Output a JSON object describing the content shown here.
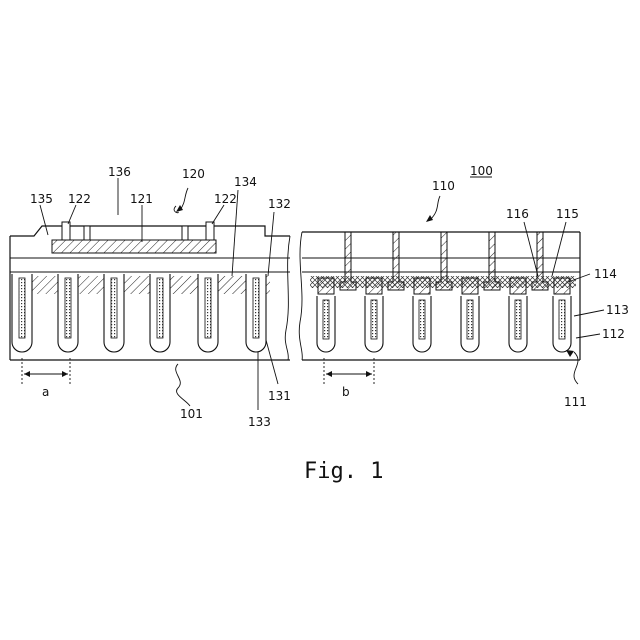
{
  "figure": {
    "caption": "Fig. 1",
    "device_ref": "100",
    "left_section": {
      "ref": "120",
      "labels": {
        "l135": "135",
        "l122a": "122",
        "l136": "136",
        "l121": "121",
        "l122b": "122",
        "l134": "134",
        "l132": "132",
        "l131": "131",
        "l133": "133",
        "l101": "101"
      },
      "pitch_label": "a"
    },
    "right_section": {
      "ref": "110",
      "labels": {
        "l116": "116",
        "l115": "115",
        "l114": "114",
        "l113": "113",
        "l112": "112",
        "l111": "111"
      },
      "pitch_label": "b"
    }
  }
}
